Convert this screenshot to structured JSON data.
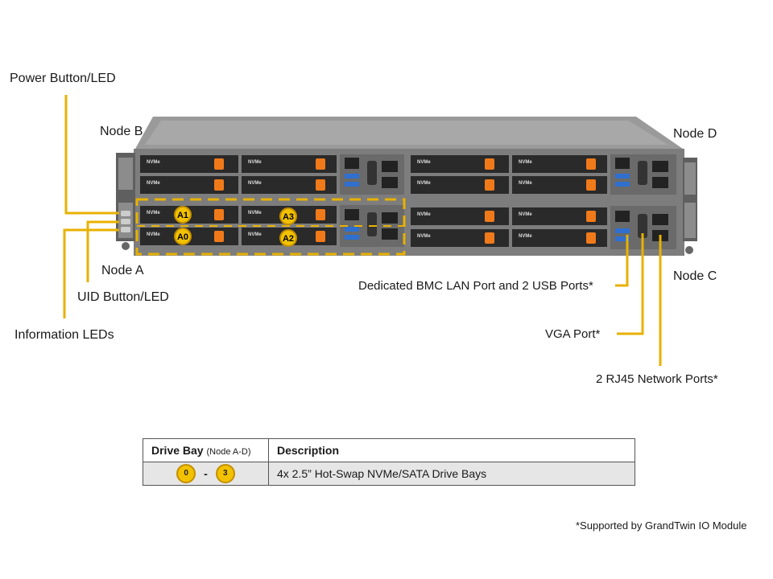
{
  "labels": {
    "power_button": "Power Button/LED",
    "node_b": "Node B",
    "node_d": "Node D",
    "node_a": "Node A",
    "node_c": "Node C",
    "uid_button": "UID Button/LED",
    "information_leds": "Information LEDs",
    "bmc_lan": "Dedicated BMC LAN Port and 2 USB Ports*",
    "vga_port": "VGA Port*",
    "rj45": "2 RJ45 Network Ports*"
  },
  "bays": {
    "drive_tag": "NVMe",
    "node_a_badges": [
      "A1",
      "A0",
      "A3",
      "A2"
    ]
  },
  "table": {
    "header_col1": "Drive Bay",
    "header_col1_sub": "(Node A-D)",
    "header_col2": "Description",
    "badge_from": "0",
    "dash": "-",
    "badge_to": "3",
    "description": "4x 2.5” Hot-Swap NVMe/SATA Drive Bays"
  },
  "footnote": "*Supported by GrandTwin IO Module",
  "colors": {
    "callout": "#e8b100",
    "chassis": "#8a8a8a",
    "tray": "#2a2a2a",
    "latch": "#f07a1a",
    "badge": "#f2c200"
  }
}
